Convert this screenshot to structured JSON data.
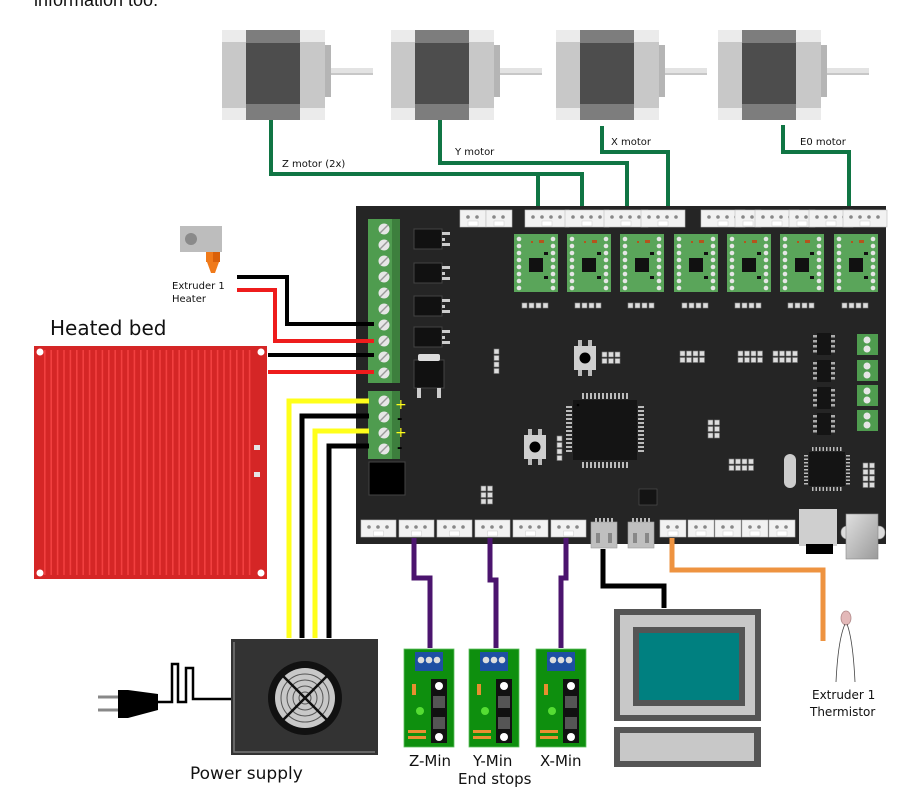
{
  "page": {
    "caption_fragment": "information too."
  },
  "diagram": {
    "title": "RAMPS wiring diagram",
    "colors": {
      "board": "#252525",
      "motor_wire": "#107544",
      "endstop_wire": "#4b146e",
      "thermistor_wire": "#ee9340",
      "heater_red": "#ee1c1c",
      "power_yellow": "#ffff1a",
      "wire_black": "#000000",
      "bed": "#d52626",
      "bed_trace": "#f24040",
      "terminal_green": "#4f9c4f",
      "driver_green": "#5aa55a",
      "endstop_green": "#0e8f0e",
      "lcd_screen": "#008080"
    },
    "motors": [
      {
        "id": "z",
        "label": "Z motor (2x)"
      },
      {
        "id": "y",
        "label": "Y motor"
      },
      {
        "id": "x",
        "label": "X motor"
      },
      {
        "id": "e0",
        "label": "E0 motor"
      }
    ],
    "heater": {
      "label_line1": "Extruder 1",
      "label_line2": "Heater"
    },
    "bed": {
      "label": "Heated bed"
    },
    "power_supply": {
      "label": "Power supply",
      "terminal_marks": [
        "+",
        "-",
        "+",
        "-"
      ]
    },
    "endstops": {
      "group_label": "End stops",
      "items": [
        {
          "id": "z-min",
          "label": "Z-Min"
        },
        {
          "id": "y-min",
          "label": "Y-Min"
        },
        {
          "id": "x-min",
          "label": "X-Min"
        }
      ]
    },
    "thermistor": {
      "label_line1": "Extruder 1",
      "label_line2": "Thermistor"
    },
    "lcd": {
      "label": ""
    },
    "driver_count": 7
  }
}
